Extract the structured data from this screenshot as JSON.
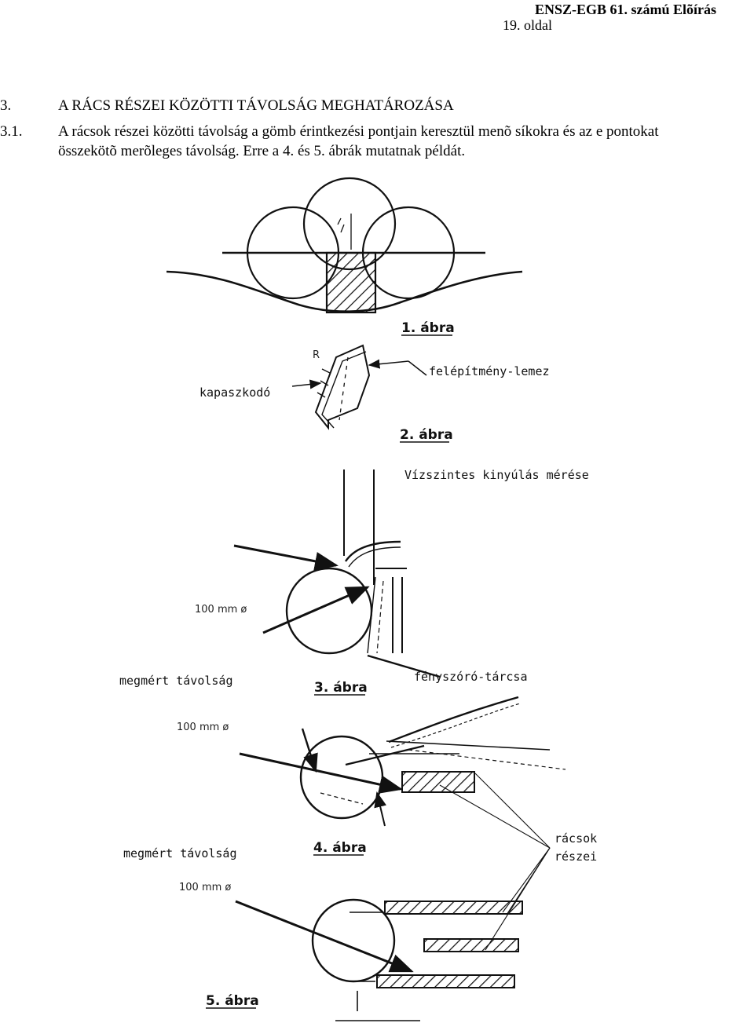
{
  "header": {
    "title": "ENSZ-EGB 61. számú Elõírás",
    "page": "19. oldal"
  },
  "section": {
    "number": "3.",
    "title": "A RÁCS RÉSZEI KÖZÖTTI TÁVOLSÁG MEGHATÁROZÁSA"
  },
  "paragraph": {
    "number": "3.1.",
    "line1": "A rácsok részei közötti távolság a gömb érintkezési pontjain keresztül menõ síkokra és az e pontokat",
    "line2": "összekötõ merõleges távolság. Erre a 4. és 5. ábrák mutatnak példát."
  },
  "figures": {
    "fig1": {
      "caption": "1. ábra"
    },
    "fig2": {
      "caption": "2. ábra",
      "label_left": "kapaszkodó",
      "label_right": "felépítmény-lemez",
      "label_r": "R"
    },
    "fig3": {
      "caption": "3. ábra",
      "label_top": "Vízszintes kinyúlás mérése",
      "label_diameter": "100 mm ø",
      "label_measured": "megmért távolság",
      "label_disc": "fényszóró-tárcsa"
    },
    "fig4": {
      "caption": "4. ábra",
      "label_diameter": "100 mm ø",
      "label_measured": "megmért távolság",
      "label_parts_1": "rácsok",
      "label_parts_2": "részei"
    },
    "fig5": {
      "caption": "5. ábra",
      "label_diameter": "100 mm ø"
    }
  }
}
